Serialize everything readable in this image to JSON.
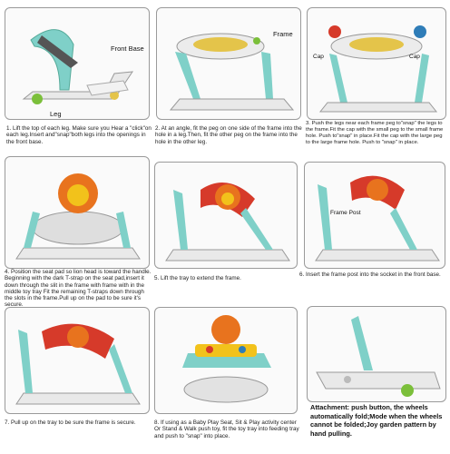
{
  "steps": [
    {
      "number": "1.",
      "text": "Lift the top of each leg. Make sure you Hear a \"click\"on each leg.Insert and\"snap\"both legs into the openings in the front base."
    },
    {
      "number": "2.",
      "text": "At an angle, fit the peg on one side of the frame into the hole in a leg.Then, fit the other peg on the frame into the hole in the other leg."
    },
    {
      "number": "3.",
      "text": "Push the legs near each frame peg to\"snap\" the legs to the frame.Fit the cap with the small peg to the small frame hole. Push to\"snap\" in place.Fit the cap with the large peg to the large frame hole. Push to \"snap\" in place."
    },
    {
      "number": "4.",
      "text": "Position the seat pad so lion head is toward the handle. Beginning with the dark T-strap on the seat pad,insert it down through the slit in the frame with frame with in the middle toy tray Fit the remaining T-straps down through the slots in the frame.Pull up on the pad to be sure it's secure."
    },
    {
      "number": "5.",
      "text": "Lift the tray to extend the frame."
    },
    {
      "number": "6.",
      "text": "Insert the frame post into the socket in the front base."
    },
    {
      "number": "7.",
      "text": "Pull up on the tray to be sure the frame is secure."
    },
    {
      "number": "8.",
      "text": "If using as a Baby Play Seat, Sit & Play activity center Or Stand & Walk push toy, fit the toy tray into feeding tray and push to \"snap\" into place."
    }
  ],
  "labels": {
    "front_base": "Front Base",
    "leg": "Leg",
    "frame": "Frame",
    "cap_left": "Cap",
    "cap_right": "Cap",
    "frame_post": "Frame Post"
  },
  "attachment_note": "Attachment: push button, the wheels automatically fold;Mode when the wheels cannot be folded;Joy garden pattern by hand pulling.",
  "colors": {
    "panel_border": "#9a9a9a",
    "plastic_white": "#e9e9e9",
    "accent_teal": "#7fd0c8",
    "lion_orange": "#e8731e",
    "tray_red": "#d63a2a",
    "toy_yellow": "#f2c21b"
  }
}
